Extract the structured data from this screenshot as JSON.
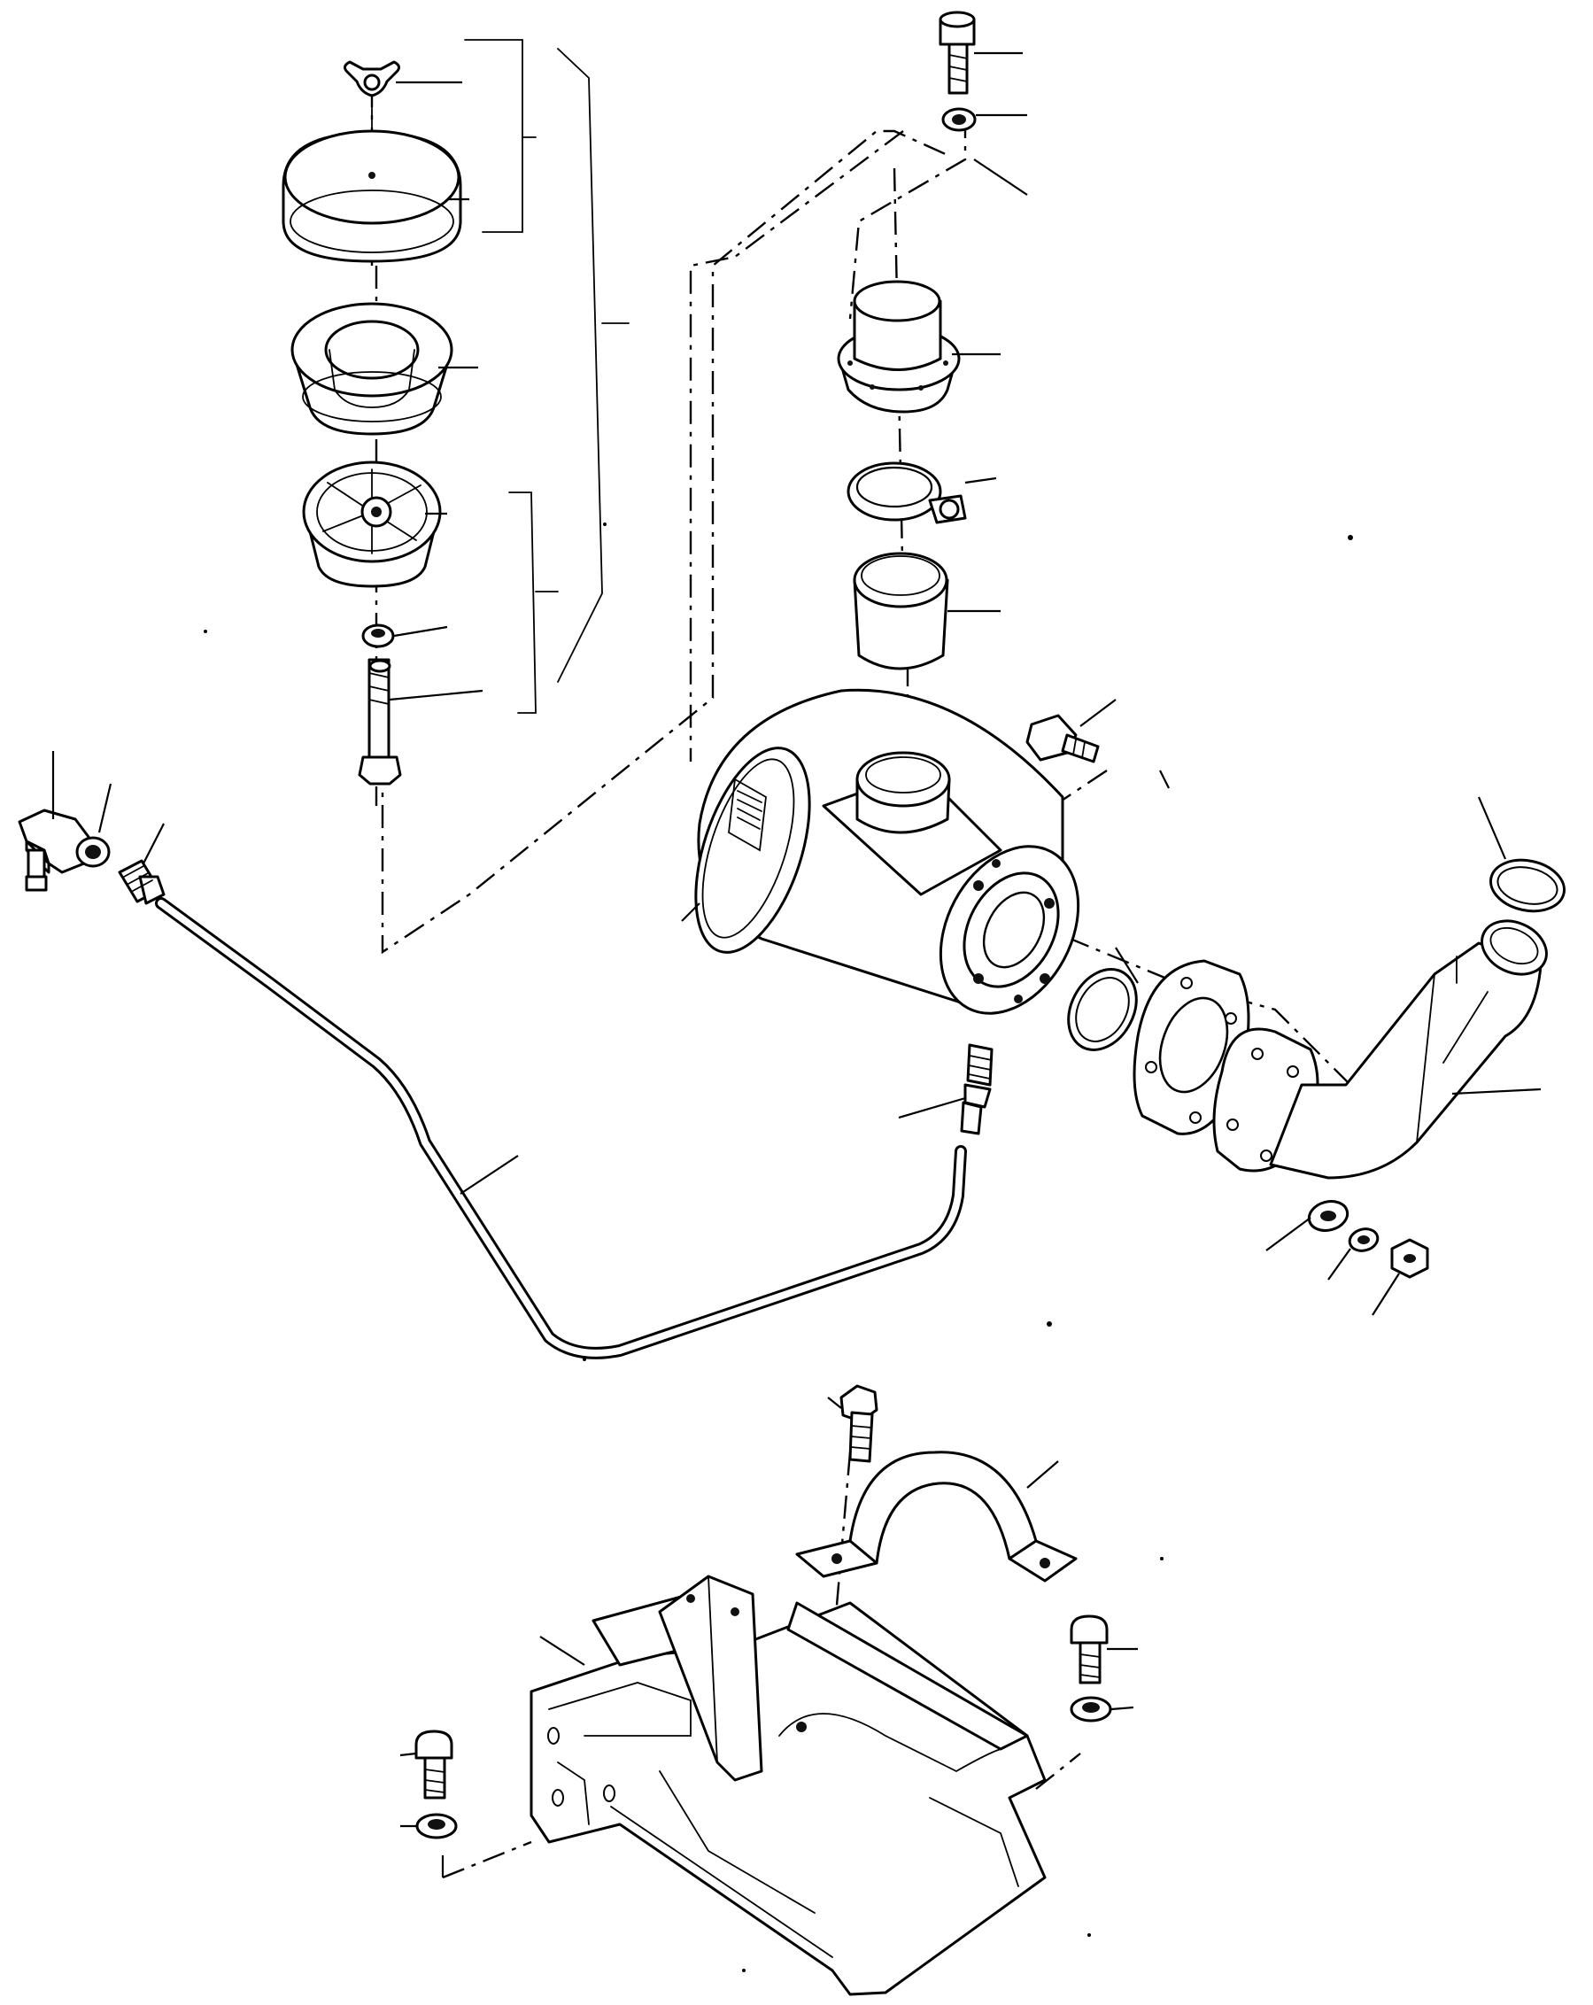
{
  "diagram": {
    "view": "exploded-view",
    "parts": [
      "wing-nut",
      "cap-cover",
      "precleaner-bowl",
      "vane-assembly",
      "washer",
      "stud",
      "bolt-top",
      "lock-washer-top",
      "hose-adapter",
      "hose-clamp",
      "rubber-sleeve",
      "filter-housing",
      "mounting-bolt",
      "o-ring",
      "gasket",
      "flange-gasket",
      "elbow-outlet",
      "flat-washer",
      "spring-washer",
      "hex-nut",
      "elbow-fitting",
      "sealing-washer",
      "union-fitting",
      "tube-line",
      "tube-connector",
      "u-bolt-bolt",
      "strap-band",
      "mounting-bracket",
      "bracket-bolt-right",
      "bracket-washer-right",
      "bracket-bolt-left",
      "bracket-washer-left"
    ],
    "labels": []
  }
}
